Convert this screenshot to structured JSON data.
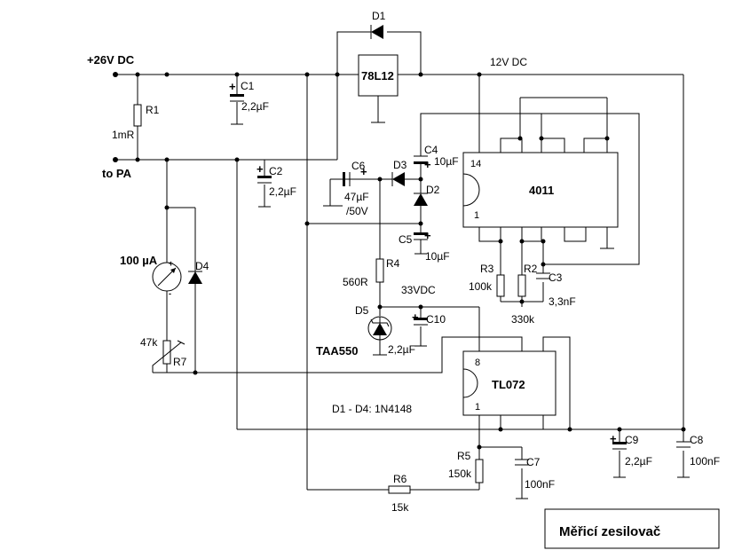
{
  "labels": {
    "supply_in": "+26V DC",
    "to_pa": "to PA",
    "reg_out": "12V DC",
    "v33": "33VDC",
    "diodes_note": "D1 - D4:  1N4148",
    "title": "Měřicí  zesilovač"
  },
  "components": {
    "d1": "D1",
    "regulator": "78L12",
    "r1": "R1",
    "r1_val": "1mR",
    "c1": "C1",
    "c1_val": "2,2µF",
    "c2": "C2",
    "c2_val": "2,2µF",
    "c6": "C6",
    "c6_val1": "47µF",
    "c6_val2": "/50V",
    "d3": "D3",
    "d2": "D2",
    "c4": "C4",
    "c4_val": "10µF",
    "c5": "C5",
    "c5_val": "10µF",
    "ic1": "4011",
    "ic1_pin14": "14",
    "ic1_pin1": "1",
    "r3": "R3",
    "r3_val": "100k",
    "r2": "R2",
    "r2_val": "330k",
    "c3": "C3",
    "c3_val": "3,3nF",
    "r4": "R4",
    "r4_val": "560R",
    "d5": "D5",
    "d5_val": "TAA550",
    "c10": "C10",
    "c10_val": "2,2µF",
    "meter": "100 µA",
    "d4": "D4",
    "r7": "R7",
    "r7_val": "47k",
    "ic2": "TL072",
    "ic2_pin8": "8",
    "ic2_pin1": "1",
    "r5": "R5",
    "r5_val": "150k",
    "c7": "C7",
    "c7_val": "100nF",
    "r6": "R6",
    "r6_val": "15k",
    "c9": "C9",
    "c9_val": "2,2µF",
    "c8": "C8",
    "c8_val": "100nF"
  }
}
